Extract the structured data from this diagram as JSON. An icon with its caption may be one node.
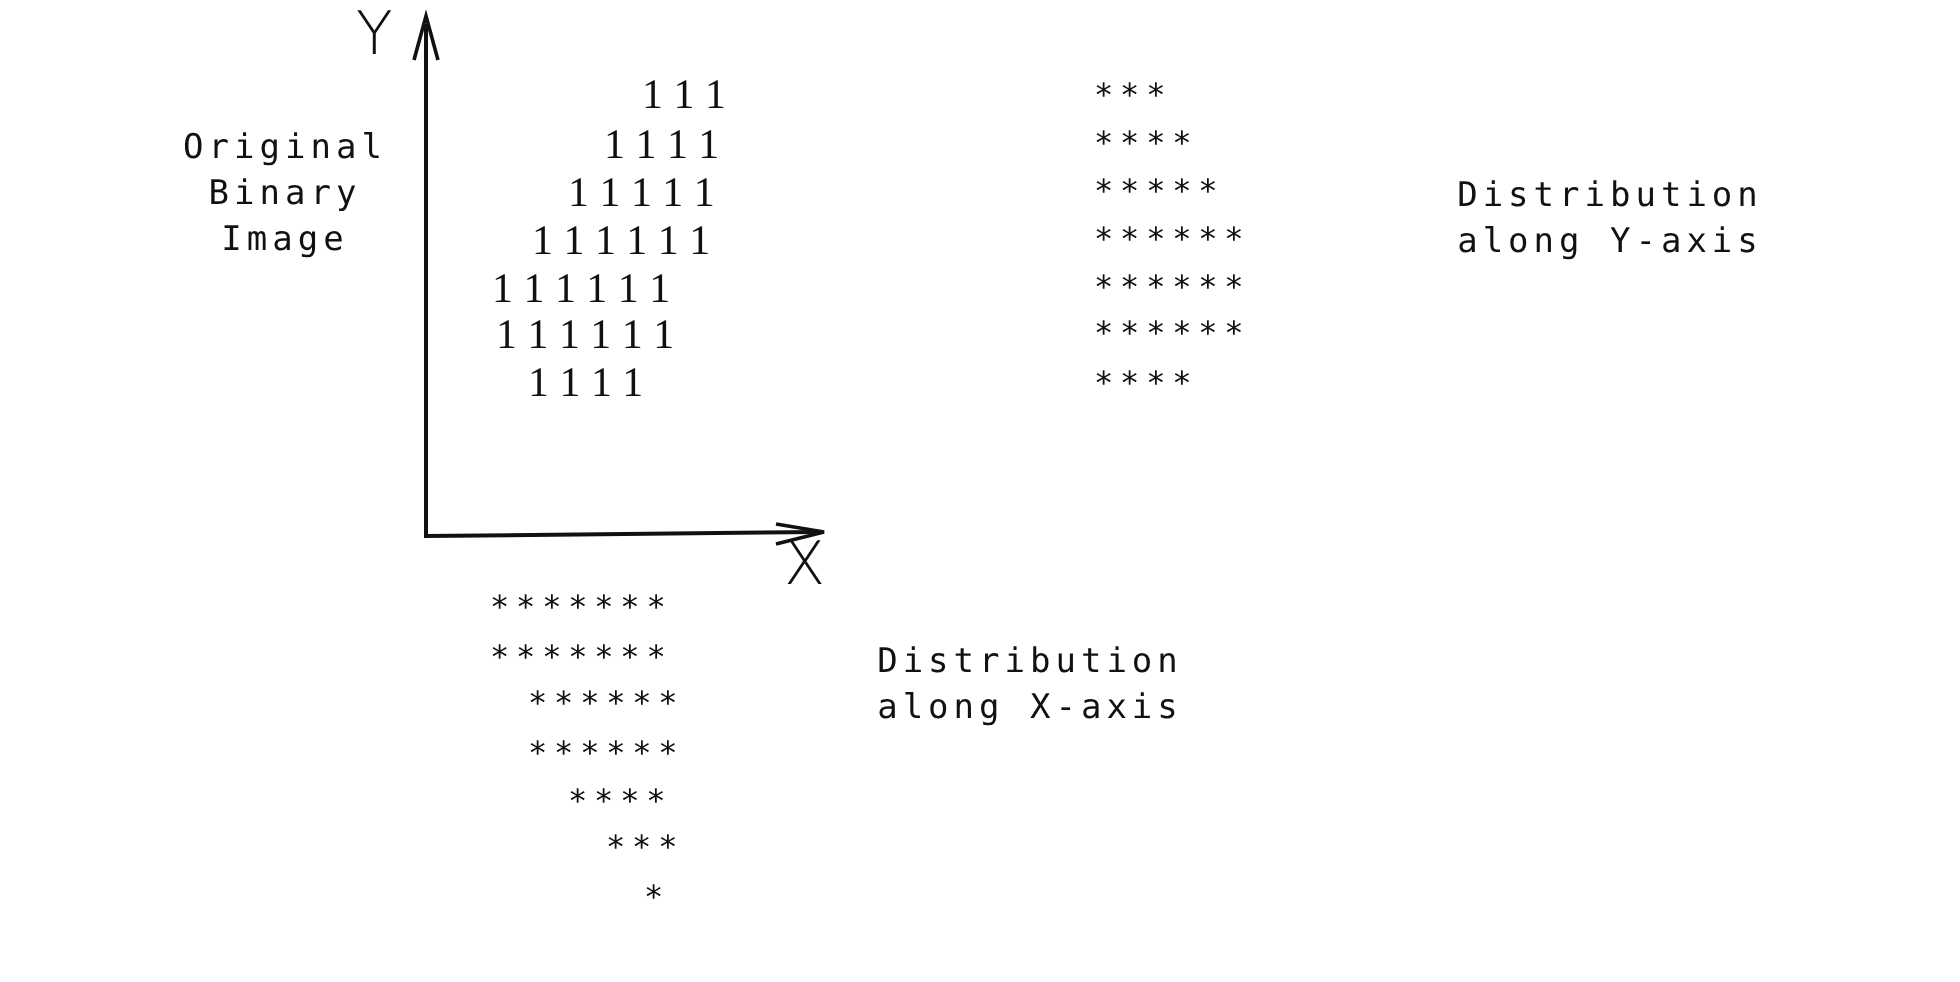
{
  "diagram": {
    "labels": [
      "Y",
      "111",
      "1111",
      "11111",
      "111111",
      "111111",
      "111111",
      "1111",
      "***",
      "****",
      "*****",
      "******",
      "******",
      "******",
      "****",
      "Original Binary Image",
      "Distribution along Y-axis",
      "X",
      "*******",
      "*******",
      "******",
      "******",
      "****",
      "***",
      "*",
      "Distribution along X-axis"
    ]
  }
}
